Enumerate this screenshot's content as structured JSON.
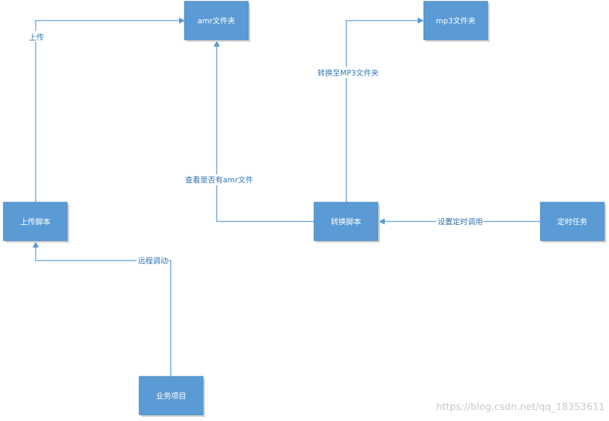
{
  "nodes": {
    "amr_folder": "amr文件夹",
    "mp3_folder": "mp3文件夹",
    "upload_script": "上传脚本",
    "convert_script": "转换脚本",
    "scheduled_task": "定时任务",
    "business_project": "业务项目"
  },
  "edges": {
    "upload": "上传",
    "convert_to_mp3": "转换至MP3文件夹",
    "check_amr": "查看是否有amr文件",
    "set_schedule": "设置定时调用",
    "remote_call": "远程调动"
  },
  "watermark": "https://blog.csdn.net/qq_18353611"
}
